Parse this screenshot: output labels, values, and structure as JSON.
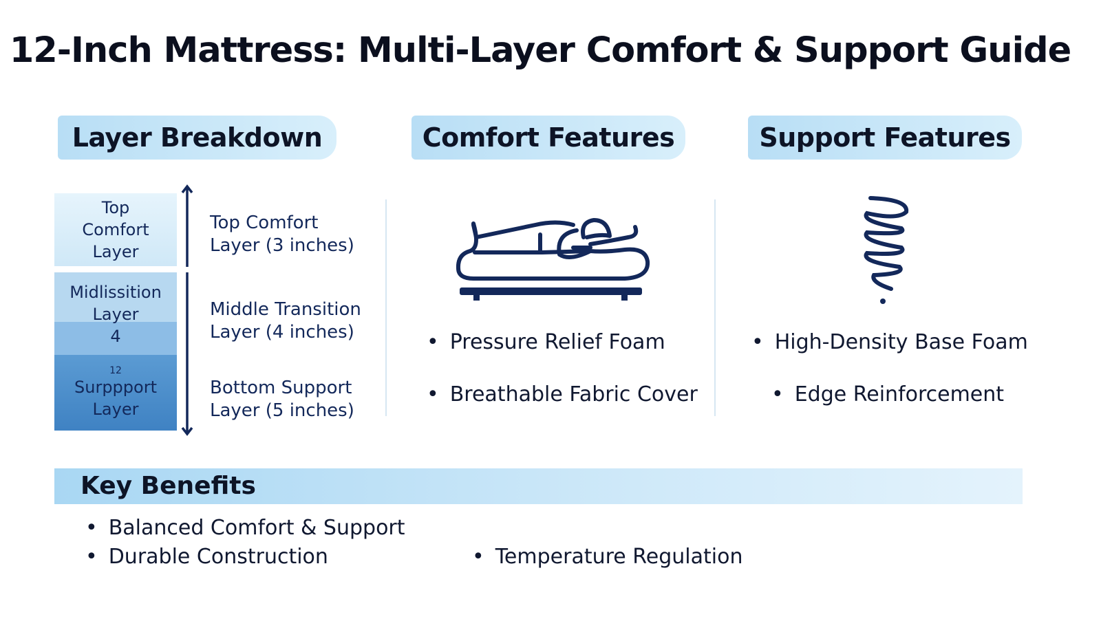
{
  "title": "12-Inch Mattress: Multi-Layer Comfort & Support Guide",
  "sections": {
    "layers": {
      "header": "Layer Breakdown",
      "stack": [
        {
          "label": "Top Comfort Layer",
          "lines": [
            "Top",
            "Comfort",
            "Layer"
          ]
        },
        {
          "lines": [
            "Midlissition",
            "Layer",
            "4"
          ]
        },
        {
          "lines": [
            "12",
            "Surppport",
            "Layer"
          ]
        }
      ],
      "labels": [
        {
          "l1": "Top Comfort",
          "l2": "Layer (3 inches)"
        },
        {
          "l1": "Middle Transition",
          "l2": "Layer (4 inches)"
        },
        {
          "l1": "Bottom Support",
          "l2": "Layer (5 inches)"
        }
      ]
    },
    "comfort": {
      "header": "Comfort Features",
      "icon": "person-on-mattress-icon",
      "items": [
        "Pressure Relief Foam",
        "Breathable Fabric Cover"
      ]
    },
    "support": {
      "header": "Support Features",
      "icon": "spring-coil-icon",
      "items": [
        "High-Density Base Foam",
        "Edge Reinforcement"
      ]
    }
  },
  "benefits": {
    "header": "Key Benefits",
    "items": [
      "Balanced Comfort & Support",
      "Durable Construction",
      "Temperature Regulation"
    ]
  },
  "colors": {
    "navy": "#13285a",
    "header_bg": "#b8def5",
    "top_layer": "#d9eefa",
    "mid_layer": "#a9cfec",
    "bottom_layer": "#4a8cc8"
  }
}
